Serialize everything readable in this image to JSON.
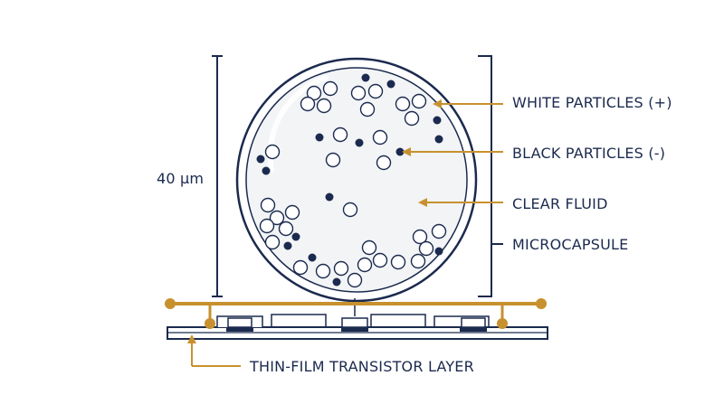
{
  "colors": {
    "navy": "#1b2a4e",
    "gold": "#c8912f",
    "fluid": "#f2f4f6",
    "white": "#ffffff"
  },
  "scale": {
    "label": "40 μm"
  },
  "labels": {
    "white_particles": "WHITE PARTICLES (+)",
    "black_particles": "BLACK PARTICLES (-)",
    "clear_fluid": "CLEAR FLUID",
    "microcapsule": "MICROCAPSULE",
    "tft_layer": "THIN-FILM TRANSISTOR LAYER"
  }
}
